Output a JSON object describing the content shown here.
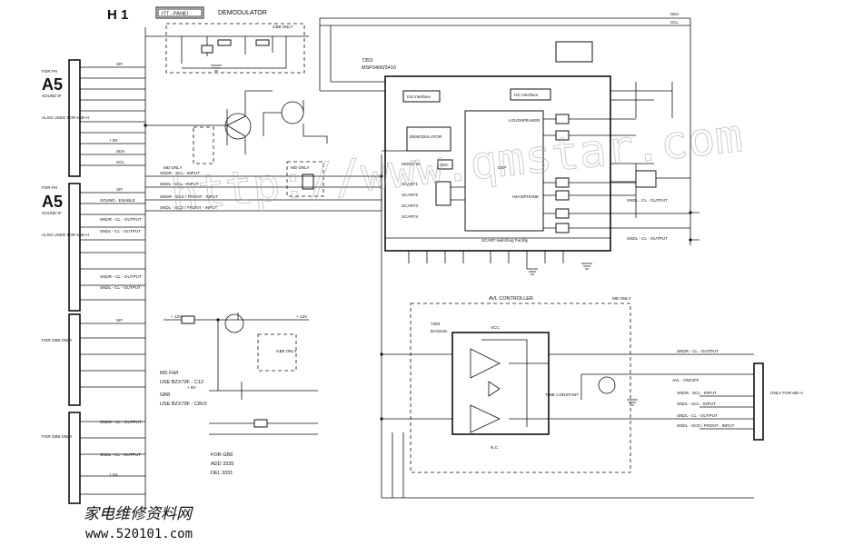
{
  "header": {
    "sheet_id": "H 1",
    "panel_tag": "ITT - PANEl",
    "demod_title": "DEMODULATOR",
    "gb_only": "GB8 ONLY"
  },
  "connectors": {
    "a5_top": "A5",
    "a5_mid": "A5",
    "a5_top_note1": "FOR PH",
    "a5_top_note2": "SOUND IF",
    "a5_top_note3": "ALSO USED FOR MID-H",
    "a5_mid_note1": "FOR PH",
    "a5_mid_note2": "SOUND IF",
    "a5_mid_note3": "ALSO USED FOR MID-H",
    "gb_only_note": "FOR GB8 ONLY",
    "gb8_only_note2": "FOR GB8 ONLY"
  },
  "ic_main": {
    "ref": "7353",
    "part": "MSP3400/3410",
    "blocks": {
      "demodulator": "DEMODULATOR",
      "i2s": "I2S interface",
      "i2c": "I2C interface",
      "loudspeaker": "LOUDSPEAKER",
      "headphone": "HEADPHONE",
      "scart_switch": "SCART switching Facility",
      "dsp": "DSP",
      "adc": "ADC"
    },
    "pins": {
      "mono_in": "MONO IN",
      "scart1": "SCART1",
      "scart2": "SCART2",
      "scart3": "SCART3",
      "scart4": "SCART4"
    }
  },
  "signals": {
    "sif": "SIF",
    "sda": "SDA",
    "scl": "SCL",
    "sndr_scl_input": "SNDR - SCL - INPUT",
    "sndl_scl_input": "SNDL - SCL - INPUT",
    "sndr_front": "SNDR - SCD / FRONT - INPUT",
    "sndl_front": "SNDL - SCD / FRONT - INPUT",
    "sound_enable": "SOUND - ENABLE",
    "sndr_output": "SNDR - CL - OUTPUT",
    "sndl_output": "SNDL - CL - OUTPUT",
    "avl_onoff": "AVL - ON/OFF",
    "plus12v": "+ 12V",
    "plus8v": "+ 8V",
    "plus5v": "+ 5V",
    "plus13v": "+ 13V"
  },
  "md_only_labels": [
    "MD ONLY",
    "MD ONLY",
    "MD ONLY",
    "GB8 ONLY"
  ],
  "avl": {
    "title": "AVL CONTROLLER",
    "md_only": "MD ONLY",
    "ic_ref": "7350",
    "ic_part": "BA3313L",
    "time_constant": "TIME CONSTANT",
    "vcc": "VCC",
    "nc": "N.C.",
    "connector_note": "ONLY FOR MD-A"
  },
  "supply_notes": {
    "md_fhi": "MD FH/I",
    "use1": "USE BZX79F - C12",
    "gb8": "GB8",
    "use2": "USE BZX79F - C8V2",
    "for_gb8": "FOR GB8",
    "add": "ADD 3335",
    "del": "DEL 3331"
  },
  "watermark": "http://www.qmstar.com",
  "footer": {
    "chinese": "家电维修资料网",
    "url": "www.520101.com"
  }
}
